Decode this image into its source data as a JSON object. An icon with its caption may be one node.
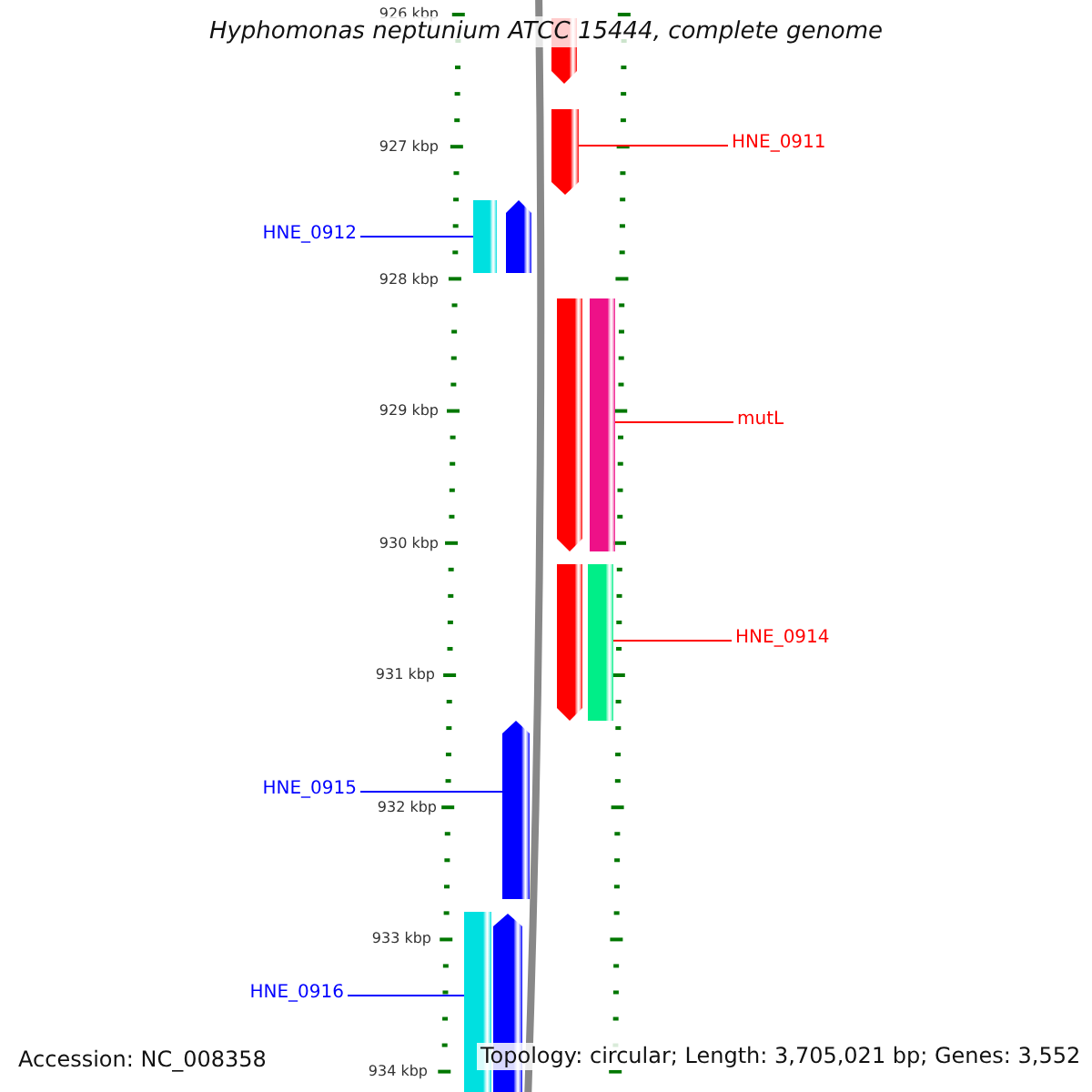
{
  "diagram": {
    "title": "Hyphomonas neptunium ATCC 15444, complete genome",
    "nodes": [
      {
        "text": [],
        "shape": "bar"
      },
      {
        "text": [],
        "shape": "bar"
      },
      {
        "text": [
          "HNE_0911"
        ]
      },
      {
        "text": [
          "HNE_0912"
        ]
      },
      {
        "text": [],
        "shape": "bar"
      },
      {
        "text": [],
        "shape": "bar"
      },
      {
        "text": [],
        "shape": "bar"
      },
      {
        "text": [],
        "shape": "bar"
      },
      {
        "text": [
          "mutL"
        ]
      },
      {
        "text": [],
        "shape": "bar"
      },
      {
        "text": [],
        "shape": "bar"
      },
      {
        "text": [
          "HNE_0914"
        ]
      },
      {
        "text": [],
        "shape": "bar"
      },
      {
        "text": [
          "HNE_0915"
        ]
      },
      {
        "text": [],
        "shape": "bar"
      },
      {
        "text": [],
        "shape": "bar"
      },
      {
        "text": [
          "HNE_0916"
        ]
      }
    ],
    "edges": [
      {
        "from": 2,
        "to": 1,
        "arrow": "none",
        "color": "#ff0000"
      },
      {
        "from": 3,
        "to": 4,
        "arrow": "none",
        "color": "#0000ff"
      },
      {
        "from": 8,
        "to": 7,
        "arrow": "none",
        "color": "#ff0000"
      },
      {
        "from": 11,
        "to": 10,
        "arrow": "none",
        "color": "#ff0000"
      },
      {
        "from": 13,
        "to": 12,
        "arrow": "none",
        "color": "#0000ff"
      },
      {
        "from": 16,
        "to": 14,
        "arrow": "none",
        "color": "#0000ff"
      }
    ],
    "labels": [
      "926 kbp",
      "927 kbp",
      "928 kbp",
      "929 kbp",
      "930 kbp",
      "931 kbp",
      "932 kbp",
      "933 kbp",
      "934 kbp",
      "Accession: NC_008358",
      "Topology: circular; Length: 3,705,021 bp; Genes: 3,552"
    ]
  }
}
